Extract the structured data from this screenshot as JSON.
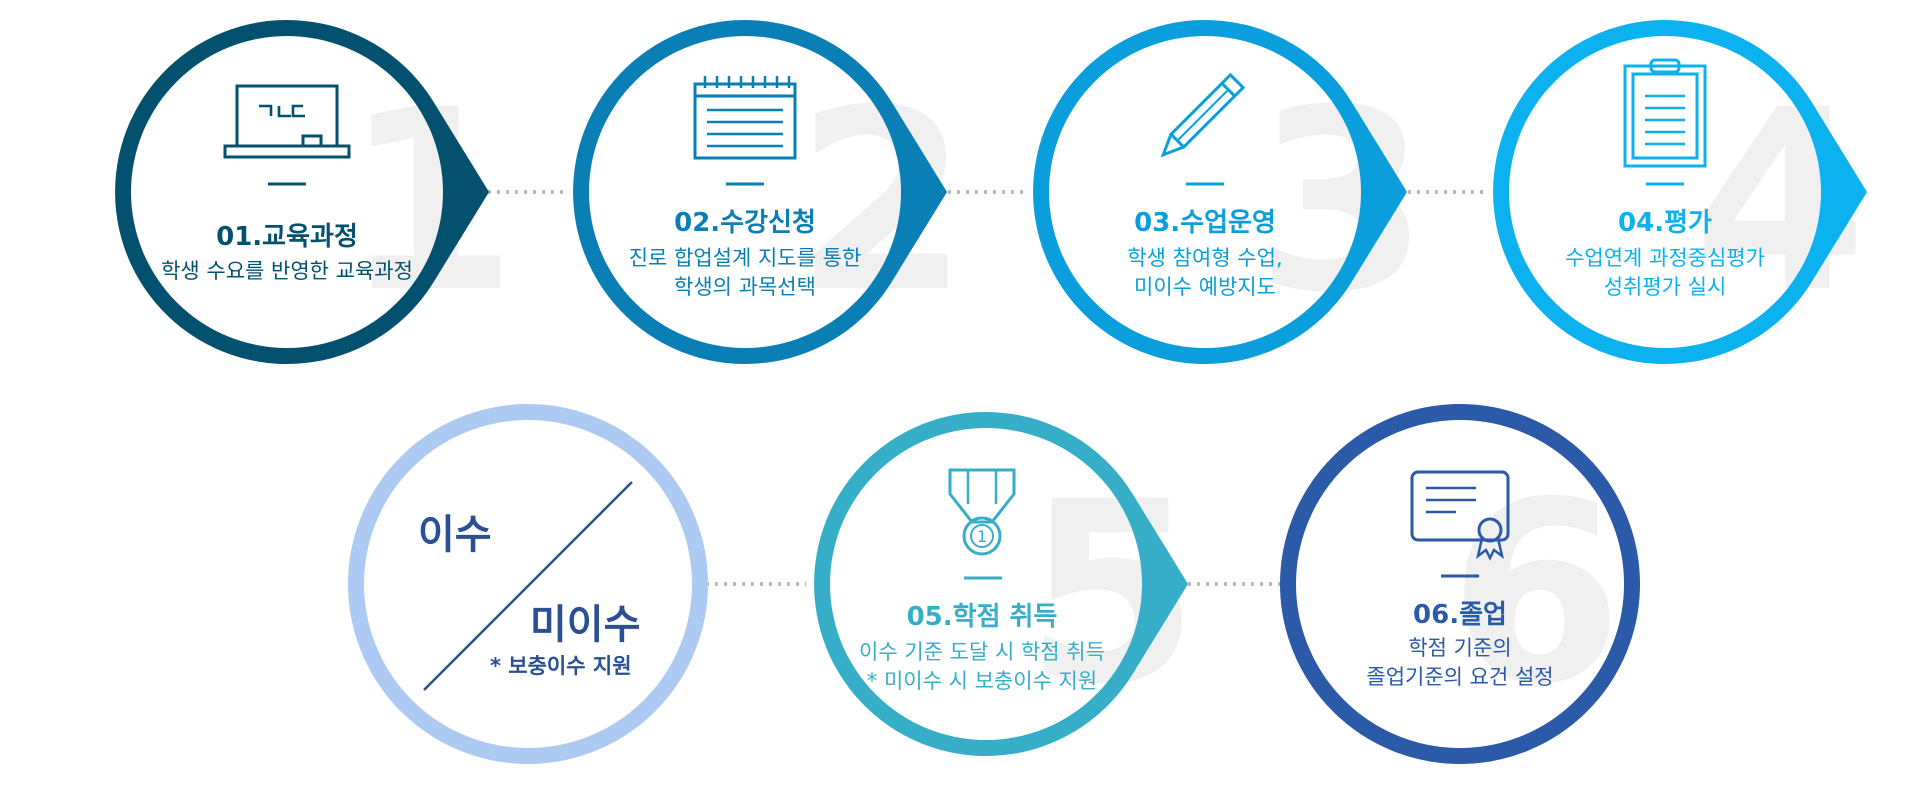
{
  "colors": {
    "step1": "#04506f",
    "step2": "#0a7fb5",
    "step3": "#0a9fdc",
    "step4": "#0cb2ef",
    "step5": "#36aec8",
    "step6": "#2a5aa8",
    "status_circle": "#adcbf2",
    "status_text": "#2a4f93",
    "connector": "#bdbdbd",
    "watermark": "#f0f0f0"
  },
  "steps": [
    {
      "number": "1",
      "title": "01.교육과정",
      "desc": [
        "학생 수요를 반영한 교육과정"
      ],
      "icon": "blackboard-icon"
    },
    {
      "number": "2",
      "title": "02.수강신청",
      "desc": [
        "진로 합업설계 지도를 통한",
        "학생의 과목선택"
      ],
      "icon": "calendar-icon"
    },
    {
      "number": "3",
      "title": "03.수업운영",
      "desc": [
        "학생 참여형 수업,",
        "미이수 예방지도"
      ],
      "icon": "pencil-icon"
    },
    {
      "number": "4",
      "title": "04.평가",
      "desc": [
        "수업연계 과정중심평가",
        "성취평가 실시"
      ],
      "icon": "clipboard-icon"
    },
    {
      "number": "5",
      "title": "05.학점 취득",
      "desc": [
        "이수 기준 도달 시 학점 취득",
        "* 미이수 시 보충이수 지원"
      ],
      "icon": "medal-icon"
    },
    {
      "number": "6",
      "title": "06.졸업",
      "desc": [
        "학점 기준의",
        "졸업기준의 요건 설정"
      ],
      "icon": "certificate-icon"
    }
  ],
  "status": {
    "top": "이수",
    "bottom": "미이수",
    "note": "* 보충이수 지원"
  }
}
